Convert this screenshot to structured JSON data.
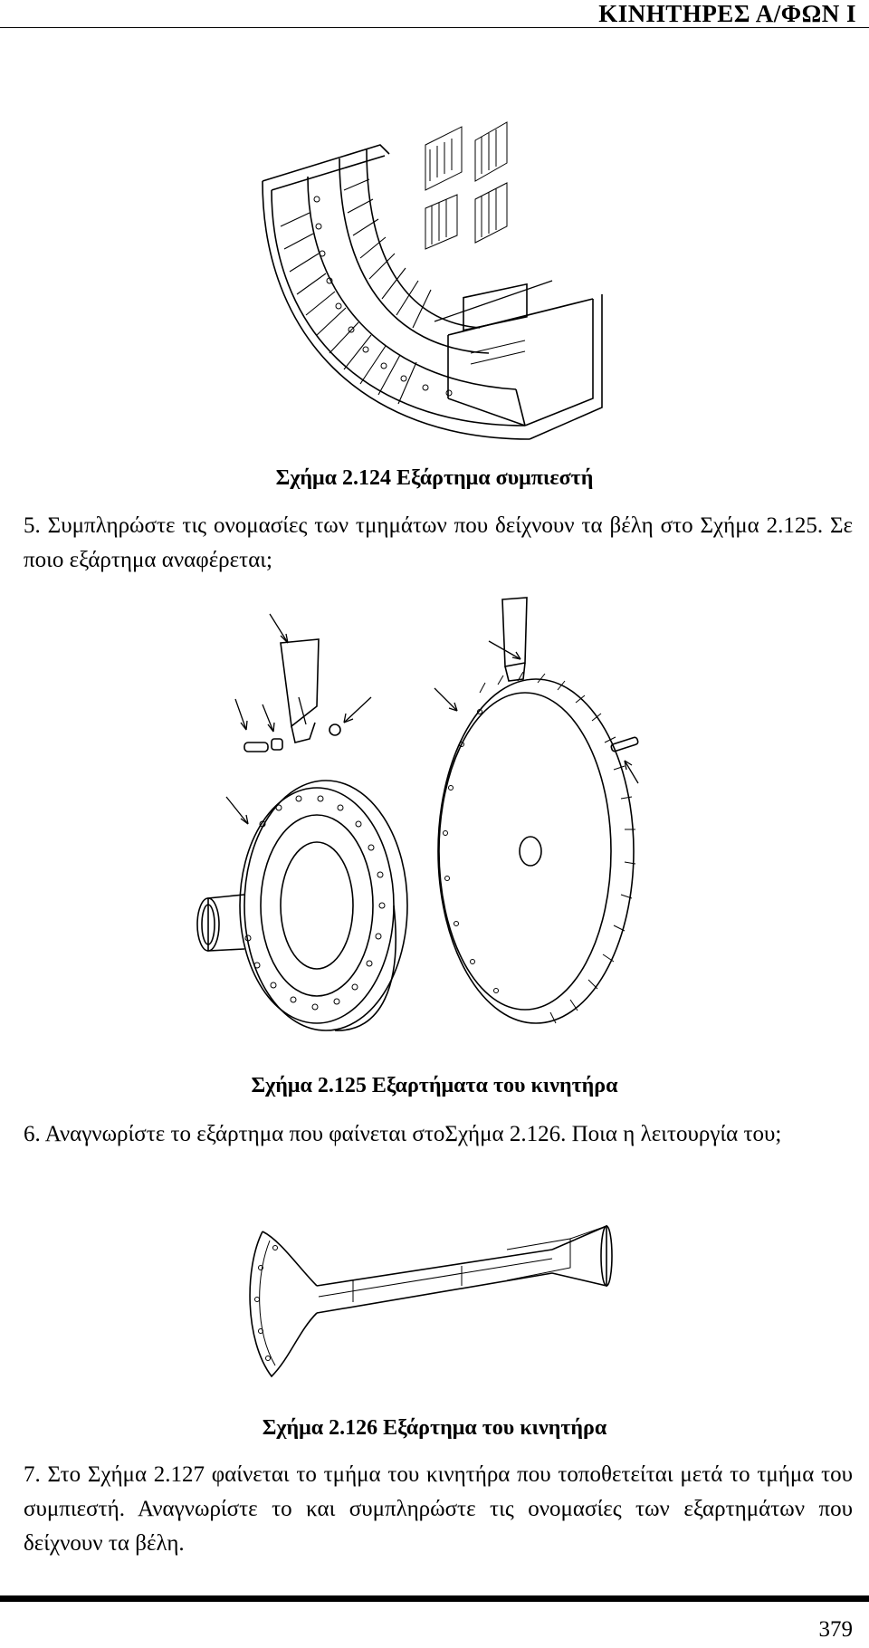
{
  "header": {
    "title": "ΚΙΝΗΤΗΡΕΣ Α/ΦΩΝ Ι"
  },
  "figures": [
    {
      "caption": "Σχήμα 2.124 Εξάρτημα συμπιεστή"
    },
    {
      "caption": "Σχήμα 2.125 Εξαρτήματα του κινητήρα"
    },
    {
      "caption": "Σχήμα 2.126 Εξάρτημα του κινητήρα"
    }
  ],
  "questions": [
    {
      "number": "5.",
      "text": "Συμπληρώστε τις ονομασίες των τμημάτων που δείχνουν τα βέλη στο Σχήμα 2.125. Σε ποιο εξάρτημα αναφέρεται;"
    },
    {
      "number": "6.",
      "text": "Αναγνωρίστε το εξάρτημα που φαίνεται στοΣχήμα 2.126. Ποια η λειτουργία του;"
    },
    {
      "number": "7.",
      "text": "Στο Σχήμα 2.127 φαίνεται το τμήμα του κινητήρα που τοποθετείται μετά το τμήμα του συμπιεστή. Αναγνωρίστε το και συμπληρώστε τις ονομασίες των εξαρτημάτων που δείχνουν τα βέλη."
    }
  ],
  "footer": {
    "page_number": "379"
  }
}
